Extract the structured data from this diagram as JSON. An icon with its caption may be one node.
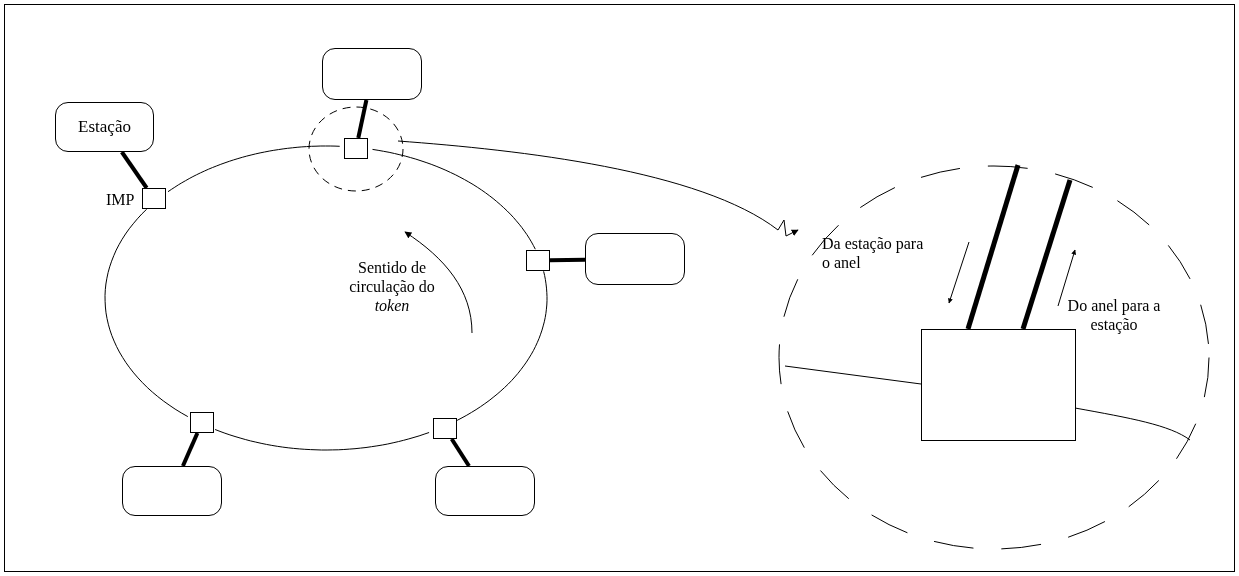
{
  "diagram": {
    "nodes": [
      {
        "text": [
          "Estação"
        ]
      },
      {
        "text": [],
        "shape": "box"
      },
      {
        "text": [],
        "shape": "box"
      },
      {
        "text": [],
        "shape": "box"
      },
      {
        "text": [],
        "shape": "box"
      },
      {
        "text": [],
        "shape": "box",
        "beside": [
          "IMP"
        ]
      },
      {
        "text": [],
        "shape": "box",
        "in": 10
      },
      {
        "text": [],
        "shape": "box"
      },
      {
        "text": [],
        "shape": "box"
      },
      {
        "text": [],
        "shape": "box"
      },
      {
        "text": [],
        "shape": "circle"
      },
      {
        "text": [],
        "shape": "circle"
      },
      {
        "text": [],
        "shape": "box",
        "in": 11
      }
    ],
    "edges": [
      {
        "from": 0,
        "to": 5,
        "arrow": "none",
        "style": "thick"
      },
      {
        "from": 1,
        "to": 6,
        "arrow": "none",
        "style": "thick"
      },
      {
        "from": 2,
        "to": 7,
        "arrow": "none",
        "style": "thick"
      },
      {
        "from": 3,
        "to": 8,
        "arrow": "none",
        "style": "thick"
      },
      {
        "from": 4,
        "to": 9,
        "arrow": "none",
        "style": "thick"
      },
      {
        "from": 5,
        "to": 6,
        "arrow": "none"
      },
      {
        "from": 6,
        "to": 7,
        "arrow": "none"
      },
      {
        "from": 7,
        "to": 9,
        "arrow": "none"
      },
      {
        "from": 9,
        "to": 8,
        "arrow": "none"
      },
      {
        "from": 8,
        "to": 5,
        "arrow": "none"
      },
      {
        "from": 10,
        "to": 11,
        "arrow": "to"
      }
    ],
    "labels": [
      "Sentido de circulação do *token*",
      "Da estação para o anel",
      "Do anel para a estação"
    ]
  }
}
